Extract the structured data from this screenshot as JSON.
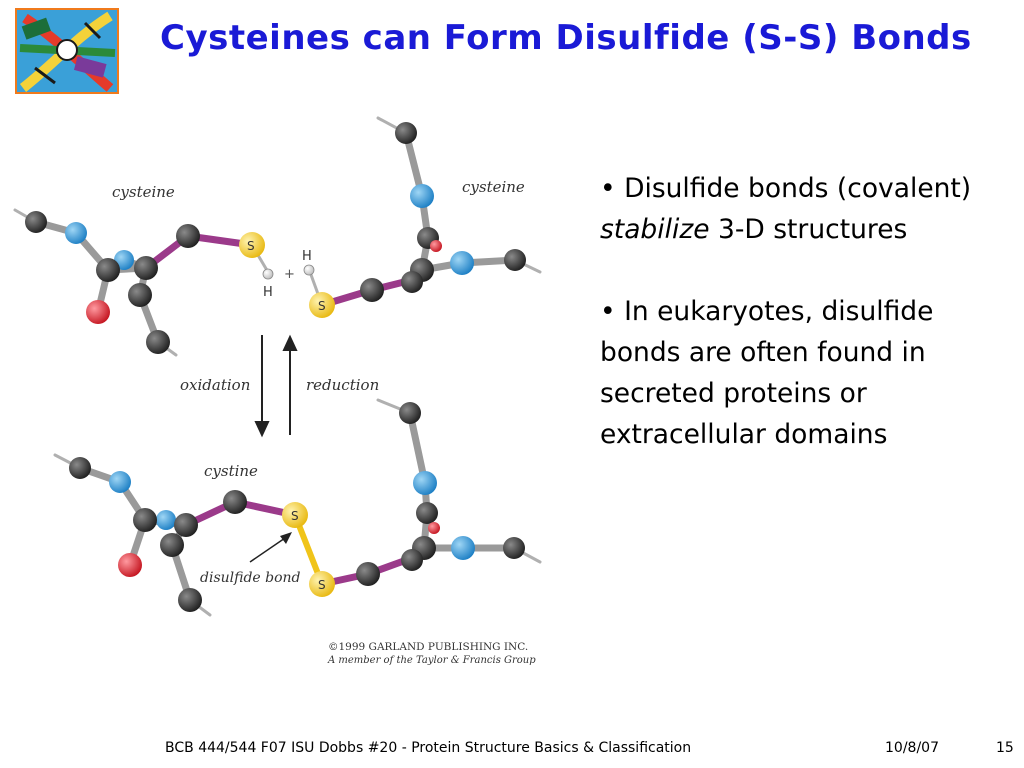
{
  "slide": {
    "title": "Cysteines can Form Disulfide (S-S) Bonds"
  },
  "figure": {
    "label_cysteine_left": "cysteine",
    "label_cysteine_right": "cysteine",
    "label_oxidation": "oxidation",
    "label_reduction": "reduction",
    "label_cystine": "cystine",
    "label_disulfide_bond": "disulfide bond",
    "atom_s": "S",
    "atom_h": "H",
    "plus": "+",
    "copyright_line1": "©1999 GARLAND PUBLISHING INC.",
    "copyright_line2": "A member of the Taylor & Francis Group"
  },
  "bullets": [
    {
      "prefix": "• ",
      "text_a": "Disulfide bonds (covalent) ",
      "emph": "stabilize",
      "text_b": " 3-D structures"
    },
    {
      "prefix": "• ",
      "text_a": "In eukaryotes, disulfide bonds are often found in secreted proteins or extracellular domains"
    }
  ],
  "footer": {
    "course": "BCB 444/544 F07 ISU Dobbs #20 - Protein Structure Basics & Classification",
    "date": "10/8/07",
    "page": "15"
  },
  "colors": {
    "title": "#1a1ad6",
    "carbon": "#2b2b2b",
    "nitrogen": "#2a8fd0",
    "oxygen": "#d81e2a",
    "sulfur": "#f0c419",
    "bond_gray": "#9a9a9a",
    "bond_purple": "#9b3a8a"
  }
}
